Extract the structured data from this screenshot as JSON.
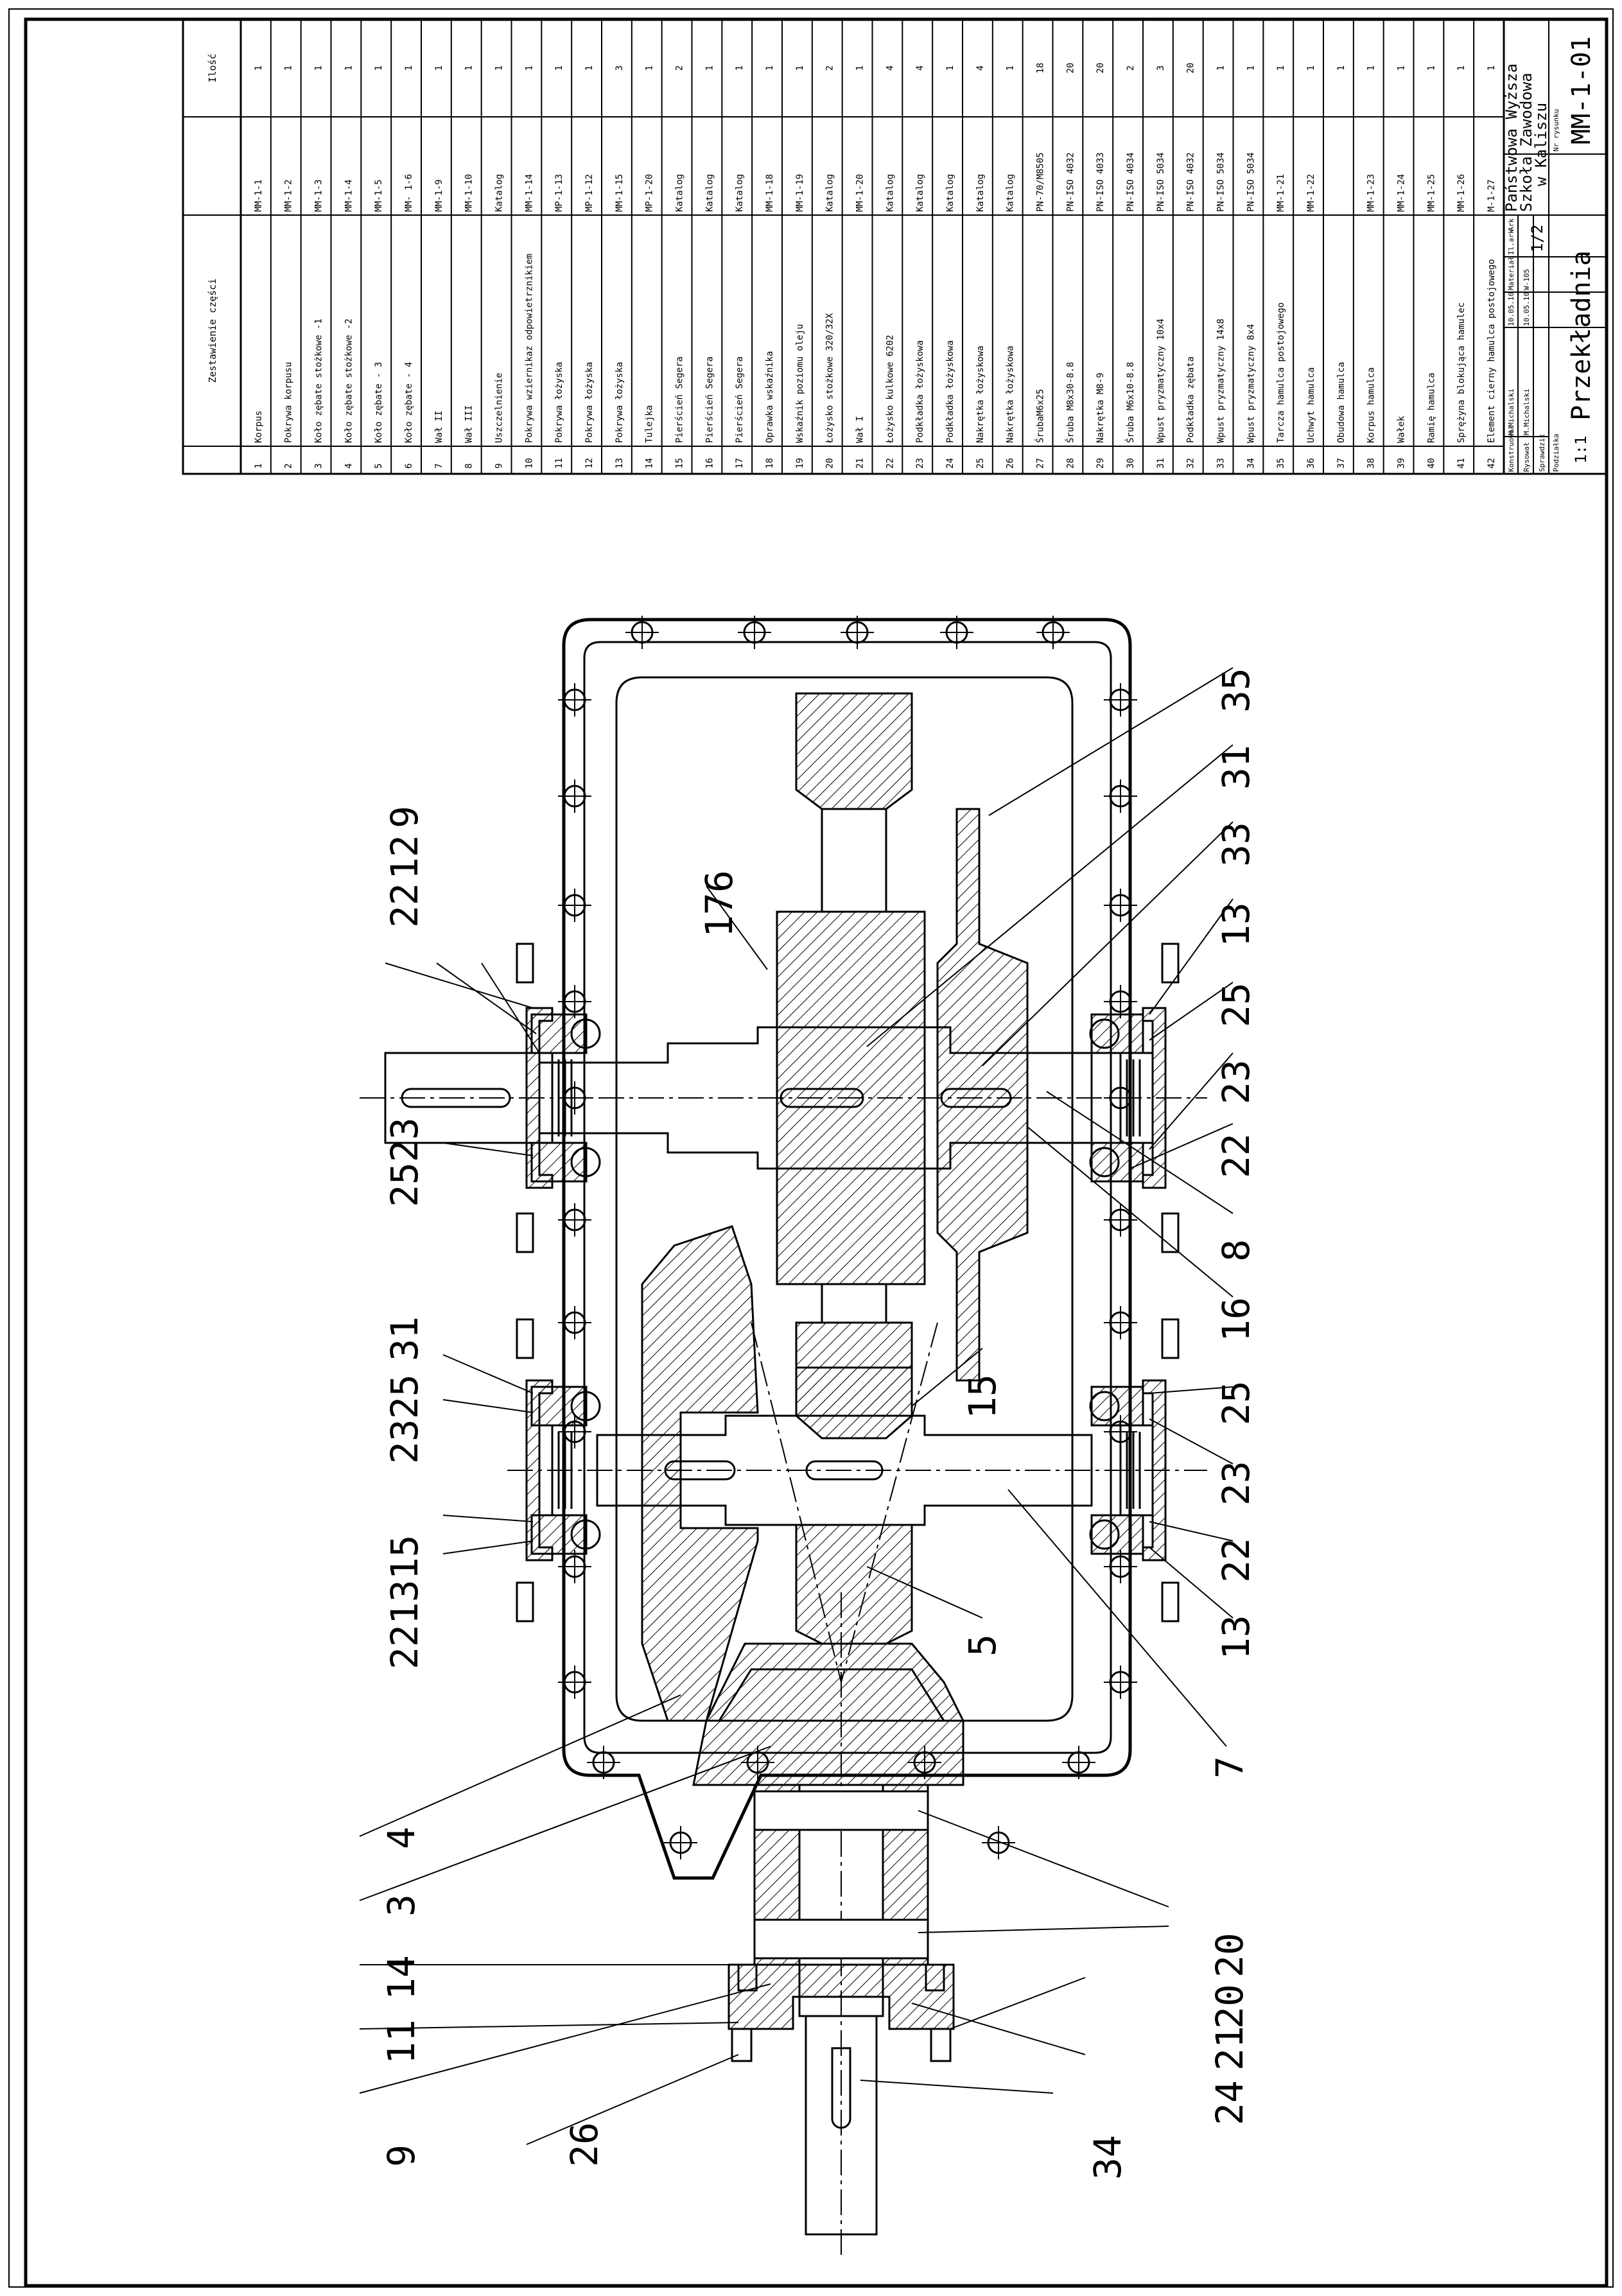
{
  "parts_list": {
    "header": {
      "no": "",
      "name": "Zestawienie części",
      "code": "",
      "qty": "Ilość"
    },
    "rows": [
      {
        "no": "1",
        "name": "Korpus",
        "code": "MM-1-1",
        "qty": "1"
      },
      {
        "no": "2",
        "name": "Pokrywa korpusu",
        "code": "MM-1-2",
        "qty": "1"
      },
      {
        "no": "3",
        "name": "Koło zębate stożkowe -1",
        "code": "MM-1-3",
        "qty": "1"
      },
      {
        "no": "4",
        "name": "Koło zębate stożkowe -2",
        "code": "MM-1-4",
        "qty": "1"
      },
      {
        "no": "5",
        "name": "Koło zębate - 3",
        "code": "MM-1-5",
        "qty": "1"
      },
      {
        "no": "6",
        "name": "Koło zębate - 4",
        "code": "MM- 1-6",
        "qty": "1"
      },
      {
        "no": "7",
        "name": "Wał II",
        "code": "MM-1-9",
        "qty": "1"
      },
      {
        "no": "8",
        "name": "Wał III",
        "code": "MM-1-10",
        "qty": "1"
      },
      {
        "no": "9",
        "name": "Uszczelnienie",
        "code": "Katalog",
        "qty": "1"
      },
      {
        "no": "10",
        "name": "Pokrywa wziernikaz odpowietrznikiem",
        "code": "MM-1-14",
        "qty": "1"
      },
      {
        "no": "11",
        "name": "Pokrywa łożyska",
        "code": "MP-1-13",
        "qty": "1"
      },
      {
        "no": "12",
        "name": "Pokrywa łożyska",
        "code": "MP-1-12",
        "qty": "1"
      },
      {
        "no": "13",
        "name": "Pokrywa łożyska",
        "code": "MM-1-15",
        "qty": "3"
      },
      {
        "no": "14",
        "name": "Tulejka",
        "code": "MP-1-20",
        "qty": "1"
      },
      {
        "no": "15",
        "name": "Pierścień Segera",
        "code": "Katalog",
        "qty": "2"
      },
      {
        "no": "16",
        "name": "Pierścień Segera",
        "code": "Katalog",
        "qty": "1"
      },
      {
        "no": "17",
        "name": "Pierścień Segera",
        "code": "Katalog",
        "qty": "1"
      },
      {
        "no": "18",
        "name": "Oprawka wskaźnika",
        "code": "MM-1-18",
        "qty": "1"
      },
      {
        "no": "19",
        "name": "Wskaźnik poziomu oleju",
        "code": "MM-1-19",
        "qty": "1"
      },
      {
        "no": "20",
        "name": "Łożysko stożkowe 320/32X",
        "code": "Katalog",
        "qty": "2"
      },
      {
        "no": "21",
        "name": "Wał I",
        "code": "MM-1-20",
        "qty": "1"
      },
      {
        "no": "22",
        "name": "Łożysko kulkowe 6202",
        "code": "Katalog",
        "qty": "4"
      },
      {
        "no": "23",
        "name": "Podkładka łożyskowa",
        "code": "Katalog",
        "qty": "4"
      },
      {
        "no": "24",
        "name": "Podkładka łożyskowa",
        "code": "Katalog",
        "qty": "1"
      },
      {
        "no": "25",
        "name": "Nakrętka łożyskowa",
        "code": "Katalog",
        "qty": "4"
      },
      {
        "no": "26",
        "name": "Nakrętka łożyskowa",
        "code": "Katalog",
        "qty": "1"
      },
      {
        "no": "27",
        "name": "ŚrubaM6x25",
        "code": "PN-70/M8505",
        "qty": "18"
      },
      {
        "no": "28",
        "name": "Śruba M8x30-8.8",
        "code": "PN-ISO 4032",
        "qty": "20"
      },
      {
        "no": "29",
        "name": "Nakrętka M8-9",
        "code": "PN-ISO 4033",
        "qty": "20"
      },
      {
        "no": "30",
        "name": "Śruba M6x10-8.8",
        "code": "PN-ISO 4034",
        "qty": "2"
      },
      {
        "no": "31",
        "name": "Wpust pryzmatyczny 10x4",
        "code": "PN-ISO 5034",
        "qty": "3"
      },
      {
        "no": "32",
        "name": "Podkładka zębata",
        "code": "PN-ISO 4032",
        "qty": "20"
      },
      {
        "no": "33",
        "name": "Wpust pryzmatyczny 14x8",
        "code": "PN-ISO 5034",
        "qty": "1"
      },
      {
        "no": "34",
        "name": "Wpust pryzmatyczny 8x4",
        "code": "PN-ISO 5034",
        "qty": "1"
      },
      {
        "no": "35",
        "name": "Tarcza hamulca postojowego",
        "code": "MM-1-21",
        "qty": "1"
      },
      {
        "no": "36",
        "name": "Uchwyt hamulca",
        "code": "MM-1-22",
        "qty": "1"
      },
      {
        "no": "37",
        "name": "Obudowa hamulca",
        "code": "",
        "qty": "1"
      },
      {
        "no": "38",
        "name": "Korpus hamulca",
        "code": "MM-1-23",
        "qty": "1"
      },
      {
        "no": "39",
        "name": "Wałek",
        "code": "MM-1-24",
        "qty": "1"
      },
      {
        "no": "40",
        "name": "Ramię hamulca",
        "code": "MM-1-25",
        "qty": "1"
      },
      {
        "no": "41",
        "name": "Sprężyna blokująca hamulec",
        "code": "MM-1-26",
        "qty": "1"
      },
      {
        "no": "42",
        "name": "Element cierny hamulca postojowego",
        "code": "M-1-27",
        "qty": "1"
      }
    ]
  },
  "title_block": {
    "konstruowal_label": "Konstruował",
    "konstruowal_name": "M.Michalski",
    "konstruowal_date": "10.05.10",
    "rysowal_label": "Rysował",
    "rysowal_name": "M.Michalski",
    "rysowal_date": "10.05.10",
    "sprawdzil_label": "Sprawdził",
    "material_label": "Materiał",
    "material_value": "W-105",
    "sheets_label": "Il.ark",
    "sheet_label": "Ark",
    "sheet_value": "1/2",
    "institution_1": "Państwowa Wyższa",
    "institution_2": "Szkoła Zawodowa",
    "institution_3": "w Kaliszu",
    "scale_label": "Podziałka",
    "scale_value": "1:1",
    "drawing_title": "Przekładnia",
    "drawing_no_label": "Nr rysunku",
    "drawing_no": "MM-1-01"
  },
  "leaders": {
    "top": [
      "22",
      "12",
      "9",
      "2523",
      "221315",
      "2325",
      "31"
    ],
    "bottom": [
      "35",
      "31",
      "33",
      "13",
      "25",
      "23",
      "22",
      "8",
      "16",
      "15",
      "25",
      "23",
      "22",
      "13",
      "5",
      "7"
    ],
    "left": [
      "4",
      "3",
      "14",
      "11",
      "9",
      "26",
      "34",
      "20",
      "20",
      "24",
      "21"
    ],
    "inner": [
      "176"
    ]
  }
}
